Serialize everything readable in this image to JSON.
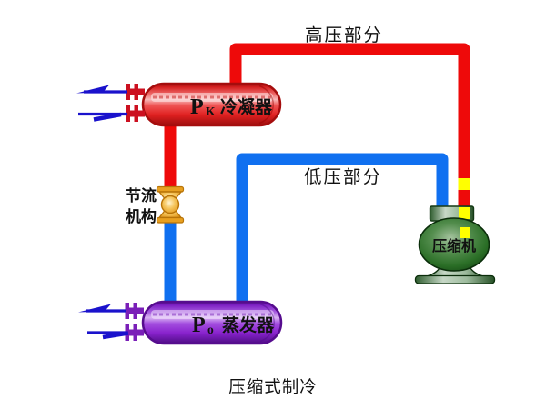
{
  "diagram_title": "压缩式制冷",
  "sections": {
    "high_pressure_label": "高压部分",
    "low_pressure_label": "低压部分"
  },
  "components": {
    "condenser": {
      "symbol": "P",
      "symbol_sub": "K",
      "name": "冷凝器"
    },
    "evaporator": {
      "symbol": "P",
      "symbol_sub": "o",
      "name": "蒸发器"
    },
    "compressor": {
      "name": "压缩机"
    },
    "throttle": {
      "name_line1": "节流",
      "name_line2": "机构"
    }
  },
  "colors": {
    "high_pressure_pipe": "#ee0a0a",
    "low_pressure_pipe": "#1070f0",
    "flow_marker": "#ffff00",
    "water_arrow": "#1a12cc",
    "condenser_stub": "#cc1020",
    "evaporator_stub": "#7a1fb8"
  }
}
